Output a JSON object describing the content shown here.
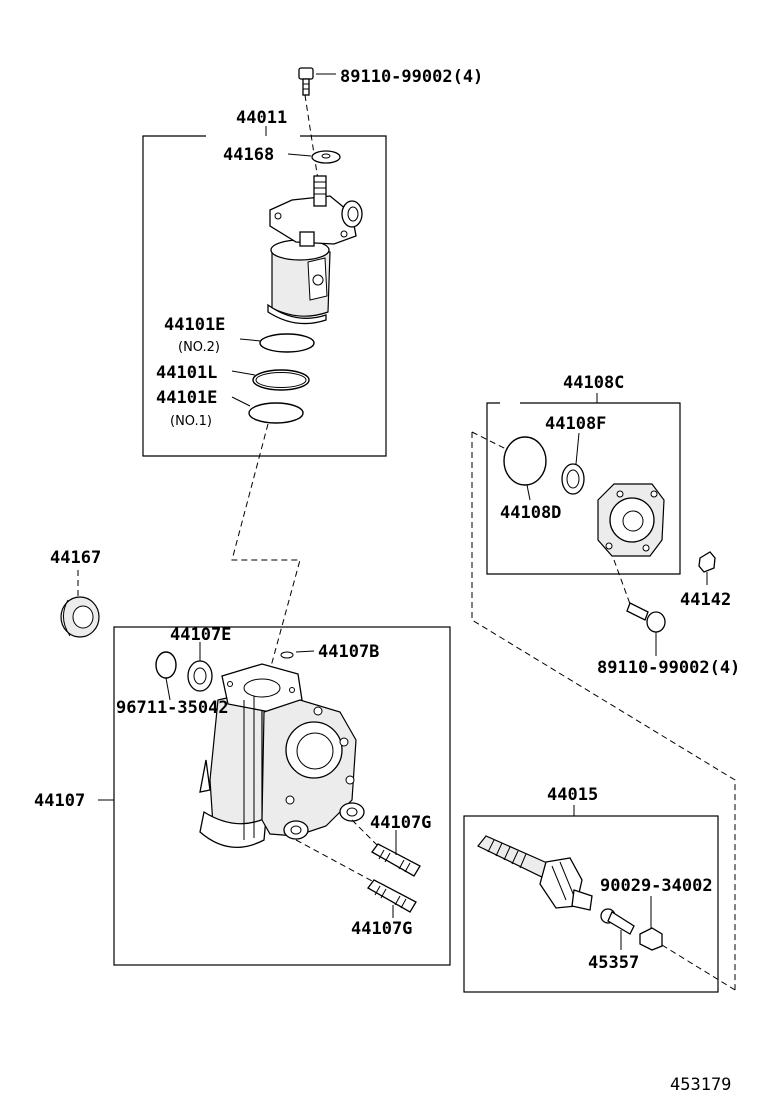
{
  "labels": {
    "bolt_top": "89110-99002(4)",
    "valve_assy": "44011",
    "washer": "44168",
    "oring_no2_code": "44101E",
    "oring_no2_note": "(NO.2)",
    "ring_l": "44101L",
    "oring_no1_code": "44101E",
    "oring_no1_note": "(NO.1)",
    "end_cover_assy": "44108C",
    "end_cover_seal": "44108F",
    "end_cover_oring": "44108D",
    "seal_44167": "44167",
    "nut_44142": "44142",
    "bolt_right": "89110-99002(4)",
    "housing_seal": "44107E",
    "housing_plug": "44107B",
    "housing_oring": "96711-35042",
    "housing_assy": "44107",
    "stud_upper": "44107G",
    "stud_lower": "44107G",
    "sector_shaft_assy": "44015",
    "adjust_nut": "90029-34002",
    "adjust_screw": "45357",
    "illustration_no": "453179"
  }
}
